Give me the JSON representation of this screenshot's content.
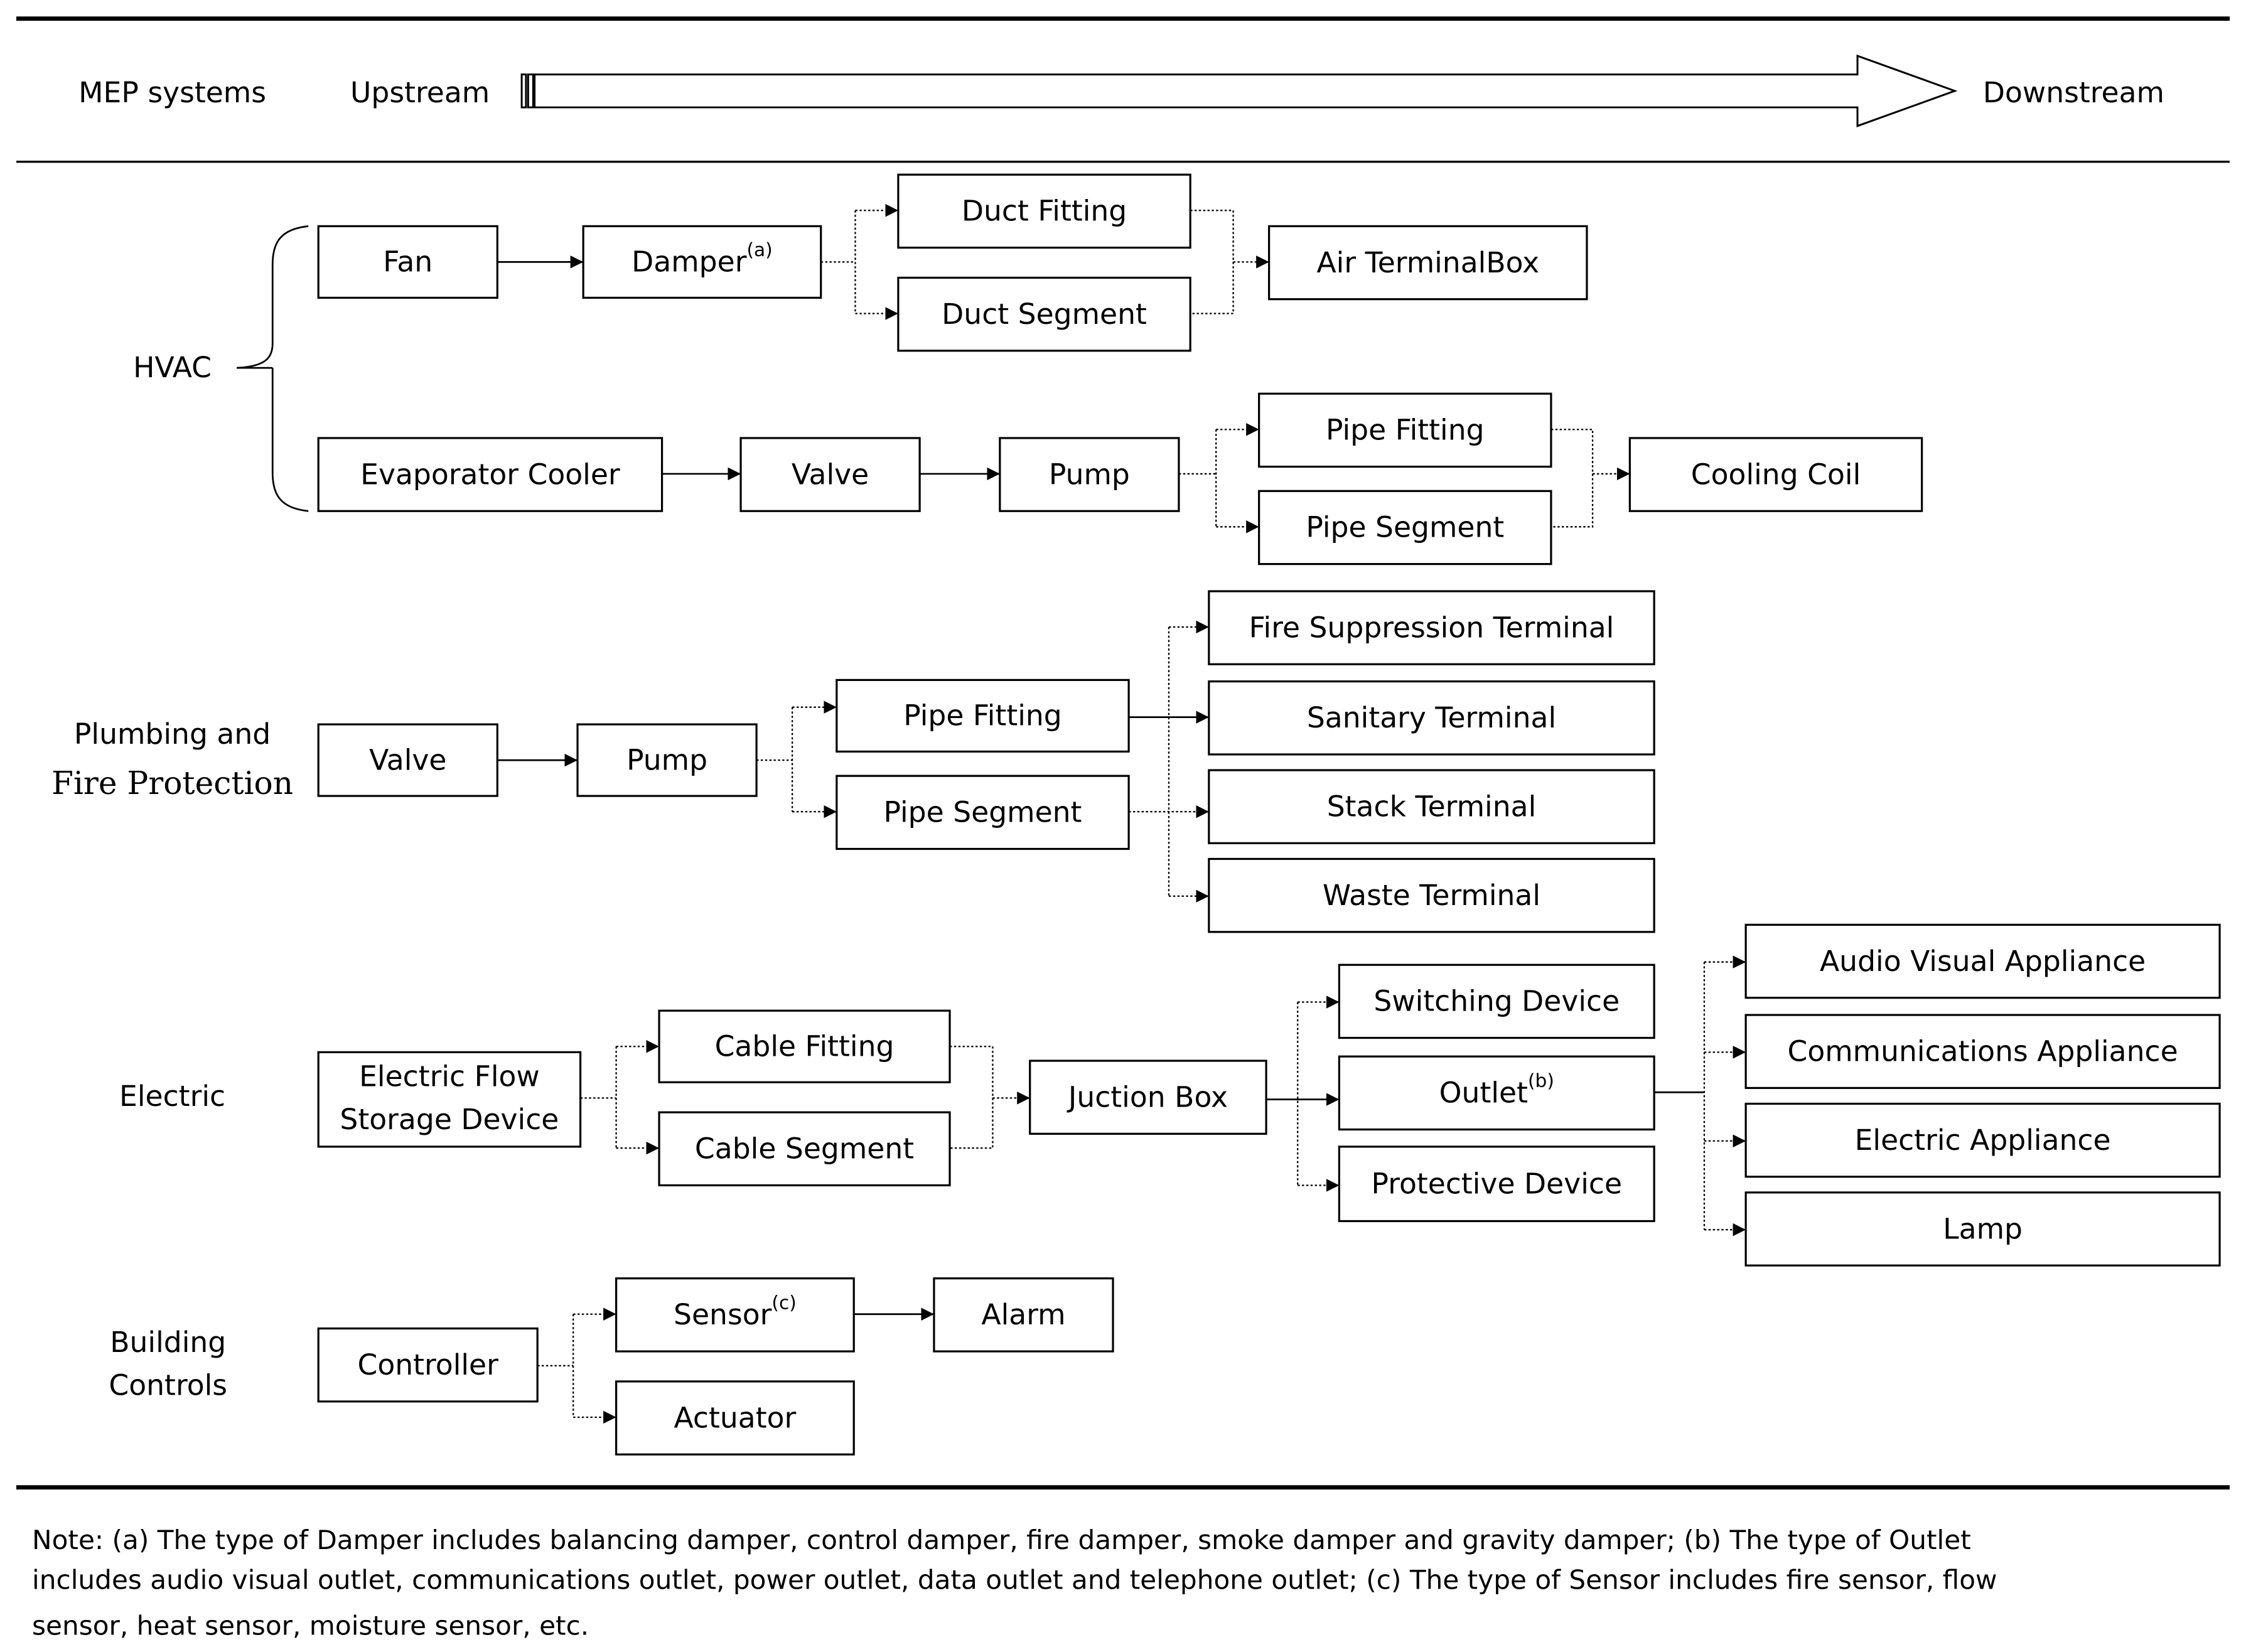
{
  "header": {
    "left_label": "MEP systems",
    "upstream_label": "Upstream",
    "downstream_label": "Downstream"
  },
  "categories": {
    "hvac": "HVAC",
    "plumbing_line1": "Plumbing and",
    "plumbing_line2": "Fire Protection",
    "electric": "Electric",
    "controls_line1": "Building",
    "controls_line2": "Controls"
  },
  "boxes": [
    {
      "id": "fan",
      "label": "Fan"
    },
    {
      "id": "damper",
      "label": "Damper",
      "sup": "(a)"
    },
    {
      "id": "duct_fitting",
      "label": "Duct Fitting"
    },
    {
      "id": "duct_segment",
      "label": "Duct Segment"
    },
    {
      "id": "air_terminal",
      "label": "Air TerminalBox"
    },
    {
      "id": "evap",
      "label": "Evaporator Cooler"
    },
    {
      "id": "valve1",
      "label": "Valve"
    },
    {
      "id": "pump1",
      "label": "Pump"
    },
    {
      "id": "pipe_fitting1",
      "label": "Pipe Fitting"
    },
    {
      "id": "pipe_segment1",
      "label": "Pipe Segment"
    },
    {
      "id": "cooling_coil",
      "label": "Cooling Coil"
    },
    {
      "id": "valve2",
      "label": "Valve"
    },
    {
      "id": "pump2",
      "label": "Pump"
    },
    {
      "id": "pipe_fitting2",
      "label": "Pipe Fitting"
    },
    {
      "id": "pipe_segment2",
      "label": "Pipe Segment"
    },
    {
      "id": "fire_supp",
      "label": "Fire Suppression Terminal"
    },
    {
      "id": "sanitary",
      "label": "Sanitary Terminal"
    },
    {
      "id": "stack",
      "label": "Stack Terminal"
    },
    {
      "id": "waste",
      "label": "Waste Terminal"
    },
    {
      "id": "efsd",
      "label": "Electric Flow",
      "label2": "Storage Device"
    },
    {
      "id": "cable_fitting",
      "label": "Cable Fitting"
    },
    {
      "id": "cable_segment",
      "label": "Cable Segment"
    },
    {
      "id": "junction",
      "label": "Juction Box"
    },
    {
      "id": "switching",
      "label": "Switching Device"
    },
    {
      "id": "outlet",
      "label": "Outlet",
      "sup": "(b)"
    },
    {
      "id": "protective",
      "label": "Protective Device"
    },
    {
      "id": "audio",
      "label": "Audio Visual Appliance"
    },
    {
      "id": "comms",
      "label": "Communications Appliance"
    },
    {
      "id": "electric_app",
      "label": "Electric Appliance"
    },
    {
      "id": "lamp",
      "label": "Lamp"
    },
    {
      "id": "controller",
      "label": "Controller"
    },
    {
      "id": "sensor",
      "label": "Sensor",
      "sup": "(c)"
    },
    {
      "id": "actuator",
      "label": "Actuator"
    },
    {
      "id": "alarm",
      "label": "Alarm"
    }
  ],
  "note": {
    "line1": "Note: (a) The type of Damper includes balancing damper, control damper, fire damper, smoke damper and gravity damper; (b) The type of Outlet",
    "line2": "includes audio visual outlet, communications outlet, power outlet, data outlet and telephone outlet; (c) The type of Sensor includes fire sensor, flow",
    "line3": "sensor, heat sensor, moisture sensor, etc."
  }
}
